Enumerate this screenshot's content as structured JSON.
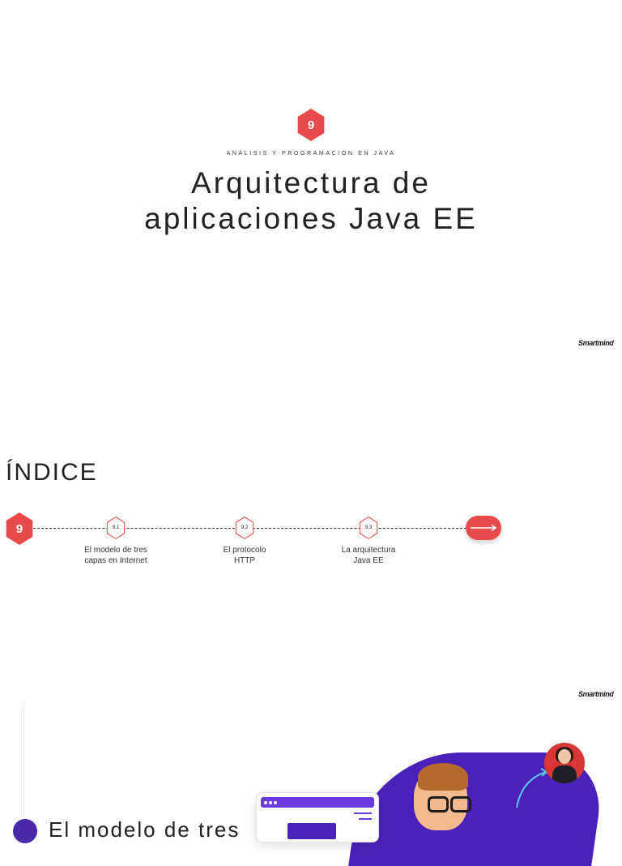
{
  "cover": {
    "badge_number": "9",
    "subtitle": "ANÁLISIS Y PROGRAMACIÓN EN JAVA",
    "title_line1": "Arquitectura de",
    "title_line2": "aplicaciones Java EE",
    "brand": "Smartmind"
  },
  "index": {
    "title": "ÍNDICE",
    "badge_number": "9",
    "items": [
      {
        "number": "9.1",
        "label_line1": "El modelo de tres",
        "label_line2": "capas en Internet"
      },
      {
        "number": "9.2",
        "label_line1": "El protocolo",
        "label_line2": "HTTP"
      },
      {
        "number": "9.3",
        "label_line1": "La arquitectura",
        "label_line2": "Java EE"
      }
    ],
    "brand": "Smartmind"
  },
  "section": {
    "heading": "El modelo de tres"
  },
  "colors": {
    "accent_red": "#e84a4a",
    "accent_purple": "#4a22b8"
  }
}
